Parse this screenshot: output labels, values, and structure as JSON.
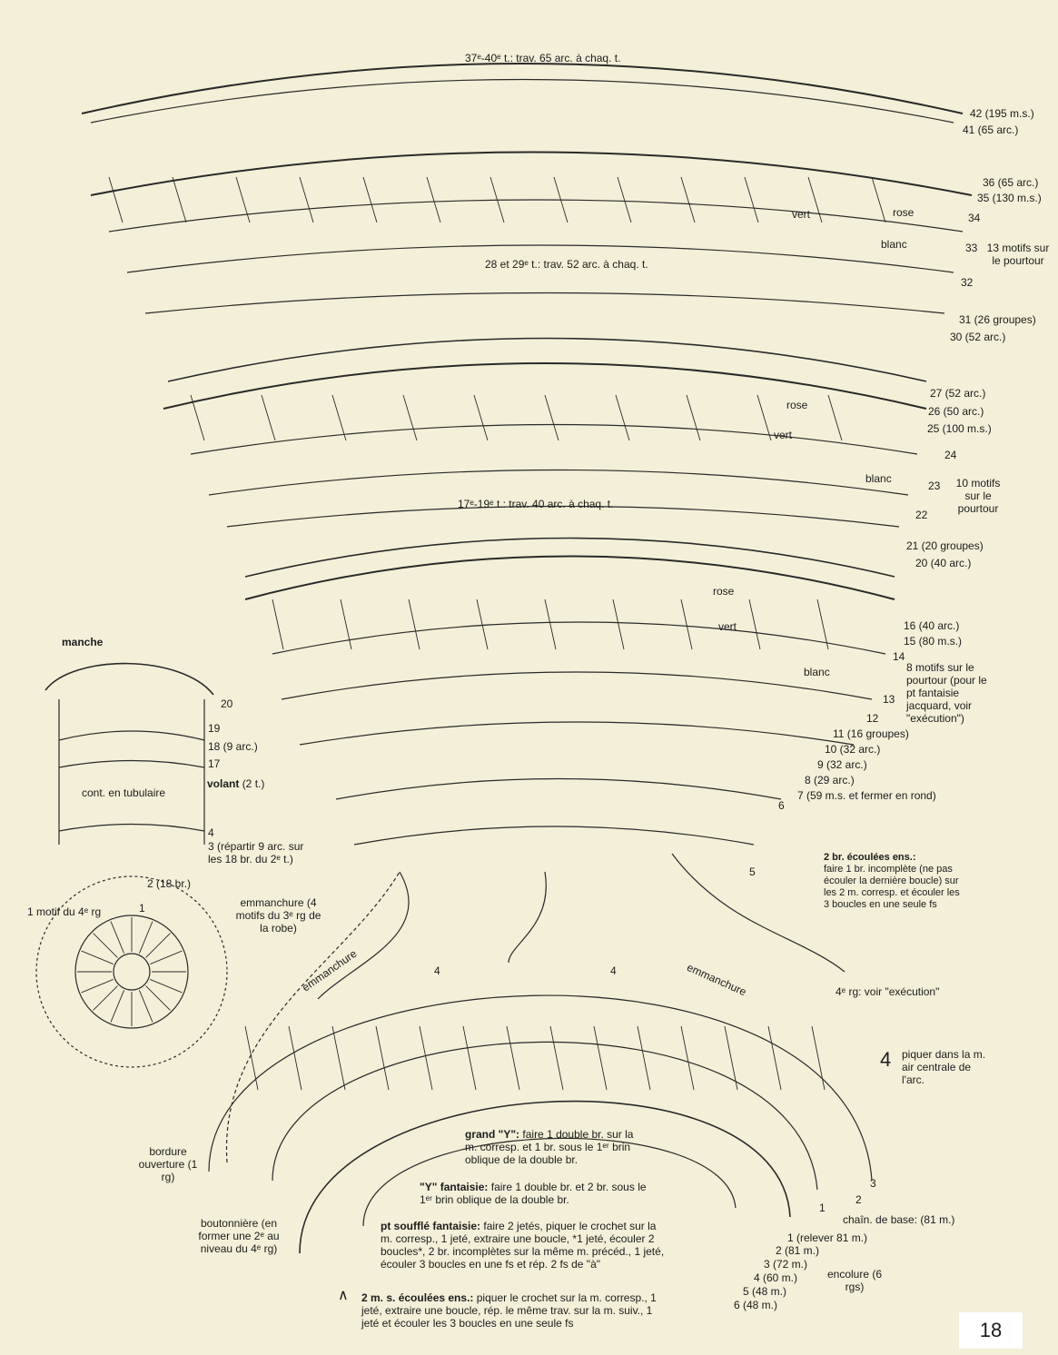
{
  "top_labels": {
    "rows_37_40": "37ᵉ-40ᵉ t.: trav. 65 arc. à chaq. t.",
    "rows_28_29": "28 et 29ᵉ t.: trav. 52 arc. à chaq. t.",
    "rows_17_19": "17ᵉ-19ᵉ t.: trav. 40 arc. à chaq. t."
  },
  "right_rows": {
    "r42": "42 (195 m.s.)",
    "r41": "41 (65 arc.)",
    "r36": "36 (65 arc.)",
    "r35": "35 (130 m.s.)",
    "r34": "34",
    "r33": "33",
    "motifs13": "13 motifs sur le pourtour",
    "r32": "32",
    "r31": "31 (26 groupes)",
    "r30": "30 (52 arc.)",
    "r27": "27 (52 arc.)",
    "r26": "26 (50 arc.)",
    "r25": "25 (100 m.s.)",
    "r24": "24",
    "r23": "23",
    "motifs10": "10 motifs sur le pourtour",
    "r22": "22",
    "r21": "21 (20 groupes)",
    "r20": "20 (40 arc.)",
    "r16": "16 (40 arc.)",
    "r15": "15 (80 m.s.)",
    "r14": "14",
    "motifs8": "8 motifs sur le pourtour (pour le pt fantaisie jacquard, voir \"exécution\")",
    "r13": "13",
    "r12": "12",
    "r11": "11 (16 groupes)",
    "r10": "10 (32 arc.)",
    "r9": "9 (32 arc.)",
    "r8": "8 (29 arc.)",
    "r7": "7 (59 m.s. et fermer en rond)",
    "r6": "6",
    "r5": "5"
  },
  "color_labels": {
    "vert": "vert",
    "rose": "rose",
    "blanc": "blanc"
  },
  "sleeve": {
    "title": "manche",
    "r20": "20",
    "r19": "19",
    "r18": "18 (9 arc.)",
    "r17": "17",
    "volant_bold": "volant",
    "volant_rest": "(2 t.)",
    "cont": "cont. en tubulaire",
    "r3": "3 (répartir 9 arc. sur les 18 br. du 2ᵉ t.)",
    "r4": "4",
    "r2": "2 (18 br.)",
    "r1": "1",
    "motif4": "1 motif du 4ᵉ rg",
    "emmanchure": "emmanchure (4 motifs du 3ᵉ rg de la robe)"
  },
  "legend": {
    "br_ecoulees_title": "2 br. écoulées ens.:",
    "br_ecoulees_text": "faire 1 br. incomplète (ne pas écouler la dernière boucle) sur les 2 m. corresp. et écouler les 3 boucles en une seule fs",
    "rg4_note": "4ᵉ rg: voir \"exécution\"",
    "piquer_num": "4",
    "piquer_text": "piquer dans la m. air centrale de l'arc.",
    "grand_y_title": "grand \"Y\":",
    "grand_y_text": "faire 1 double br. sur la m. corresp. et 1 br. sous le 1ᵉʳ brin oblique de la double br.",
    "y_fantaisie_title": "\"Y\" fantaisie:",
    "y_fantaisie_text": "faire 1 double br. et 2 br. sous le 1ᵉʳ brin oblique de la double br.",
    "pt_souffle_title": "pt soufflé fantaisie:",
    "pt_souffle_text": "faire 2 jetés, piquer le crochet sur la m. corresp., 1 jeté, extraire une boucle, *1 jeté, écouler 2 boucles*, 2 br. incomplètes sur la même m. précéd., 1 jeté, écouler 3 boucles en une fs et rép. 2 fs de \"à\"",
    "ms_ecoulees_title": "2 m. s. écoulées ens.:",
    "ms_ecoulees_text": "piquer le crochet sur la m. corresp., 1 jeté, extraire une boucle, rép. le même trav. sur la m. suiv., 1 jeté et écouler les 3 boucles en une seule fs"
  },
  "yoke": {
    "emmanchure_left": "emmanchure",
    "emmanchure_right": "emmanchure",
    "bordure": "bordure ouverture (1 rg)",
    "boutonniere": "boutonnière (en former une 2ᵉ au niveau du 4ᵉ rg)",
    "chain": "chaîn. de base: (81 m.)",
    "r1": "1 (relever 81 m.)",
    "r2": "2 (81 m.)",
    "r3": "3 (72 m.)",
    "r4": "4 (60 m.)",
    "r5": "5 (48 m.)",
    "r6": "6 (48 m.)",
    "encolure": "encolure (6 rgs)",
    "n1": "1",
    "n2": "2",
    "n3": "3",
    "n4a": "4",
    "n4b": "4"
  },
  "page_number": "18",
  "colors": {
    "paper": "#f3efd9",
    "ink": "#1c1c1c"
  }
}
